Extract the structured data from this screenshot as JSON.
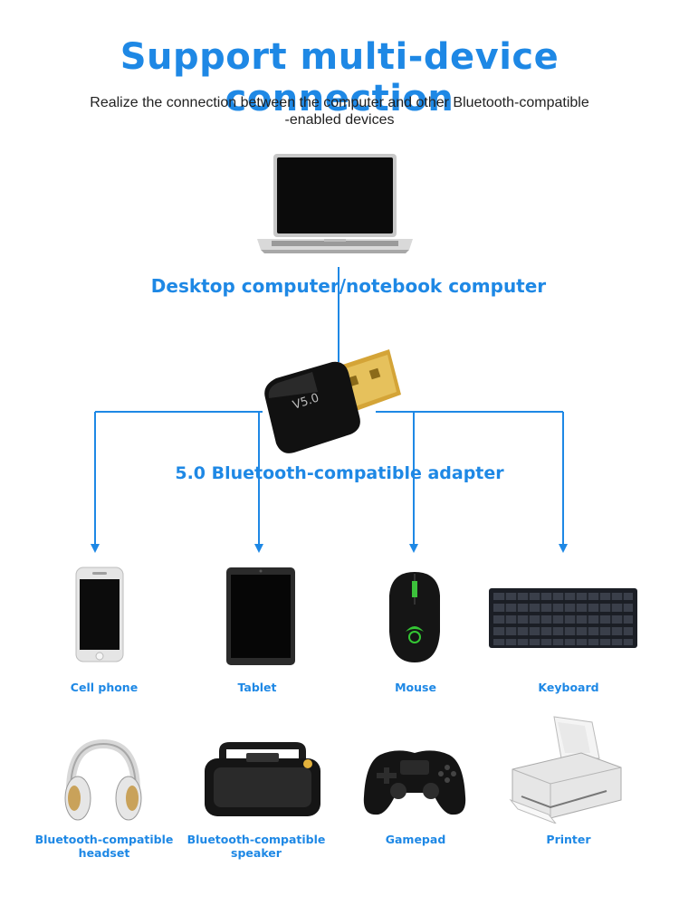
{
  "header": {
    "title": "Support multi-device connection",
    "subtitle_line1": "Realize the connection between the computer and other Bluetooth-compatible",
    "subtitle_line2": "-enabled devices"
  },
  "hub": {
    "computer_label": "Desktop computer/notebook computer",
    "adapter_label": "5.0 Bluetooth-compatible adapter",
    "adapter_markings": "V5.0",
    "connector_color": "#1e88e5"
  },
  "devices_row1": [
    {
      "label": "Cell phone",
      "icon": "smartphone-icon"
    },
    {
      "label": "Tablet",
      "icon": "tablet-icon"
    },
    {
      "label": "Mouse",
      "icon": "gaming-mouse-icon"
    },
    {
      "label": "Keyboard",
      "icon": "keyboard-icon"
    }
  ],
  "devices_row2": [
    {
      "label_line1": "Bluetooth-compatible",
      "label_line2": "headset",
      "icon": "headphones-icon"
    },
    {
      "label_line1": "Bluetooth-compatible",
      "label_line2": "speaker",
      "icon": "speaker-icon"
    },
    {
      "label_line1": "Gamepad",
      "label_line2": "",
      "icon": "gamepad-icon"
    },
    {
      "label_line1": "Printer",
      "label_line2": "",
      "icon": "printer-icon"
    }
  ]
}
